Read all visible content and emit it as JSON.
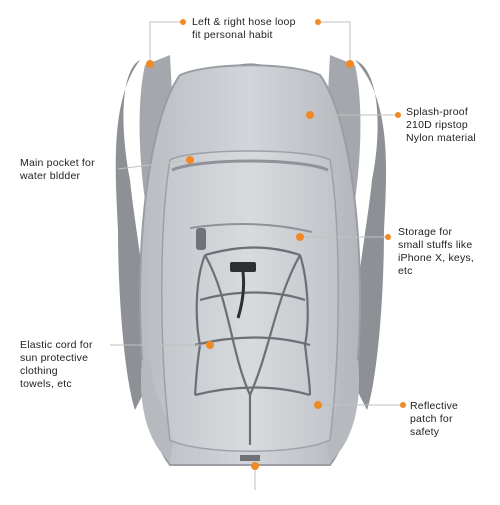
{
  "accent_color": "#f08a24",
  "product_color": "#c9cdd1",
  "callouts": {
    "hose_loop": "Left & right hose loop\nfit personal habit",
    "splash_proof": "Splash-proof\n210D ripstop\nNylon material",
    "main_pocket": "Main pocket for\nwater bldder",
    "storage": "Storage for\nsmall stuffs like\niPhone X, keys,\netc",
    "elastic_cord": "Elastic cord for\nsun protective\nclothing\ntowels, etc",
    "reflective": "Reflective\npatch for\nsafety"
  }
}
